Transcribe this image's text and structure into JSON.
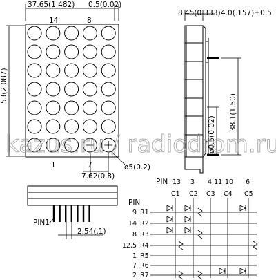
{
  "front": {
    "width_dim": "37.65(1.482)",
    "tol_dim": "0.5(0.02)",
    "height_dim": "53(2.087)",
    "col_label_14": "14",
    "col_label_8": "8",
    "pin_label_1": "1",
    "pin_label_7": "7",
    "pitch_dim": "7.62(0.3)",
    "dot_dim": "ø5(0.2)",
    "rows": 7,
    "cols": 5
  },
  "side": {
    "depth_dim": "8.45(0.333)",
    "lead_dim": "4.0(.157)±0.5",
    "pin_len_dim": "38.1(1.50)",
    "lead_dia_dim": "ø0.5(0.02)"
  },
  "bottom": {
    "pin1_label": "PIN1",
    "pitch_dim": "2.54(.1)"
  },
  "schematic": {
    "pin_header": "PIN",
    "col_pins": [
      "13",
      "3",
      "4,11",
      "10",
      "6"
    ],
    "col_names": [
      "C1",
      "C2",
      "C3",
      "C4",
      "C5"
    ],
    "row_header": "PIN",
    "row_pins": [
      "9",
      "14",
      "8",
      "12,5",
      "1",
      "7",
      "2"
    ],
    "row_names": [
      "R1",
      "R2",
      "R3",
      "R4",
      "R5",
      "R6",
      "R7"
    ]
  },
  "watermark": "kazus.ru / radiodrom.ru"
}
